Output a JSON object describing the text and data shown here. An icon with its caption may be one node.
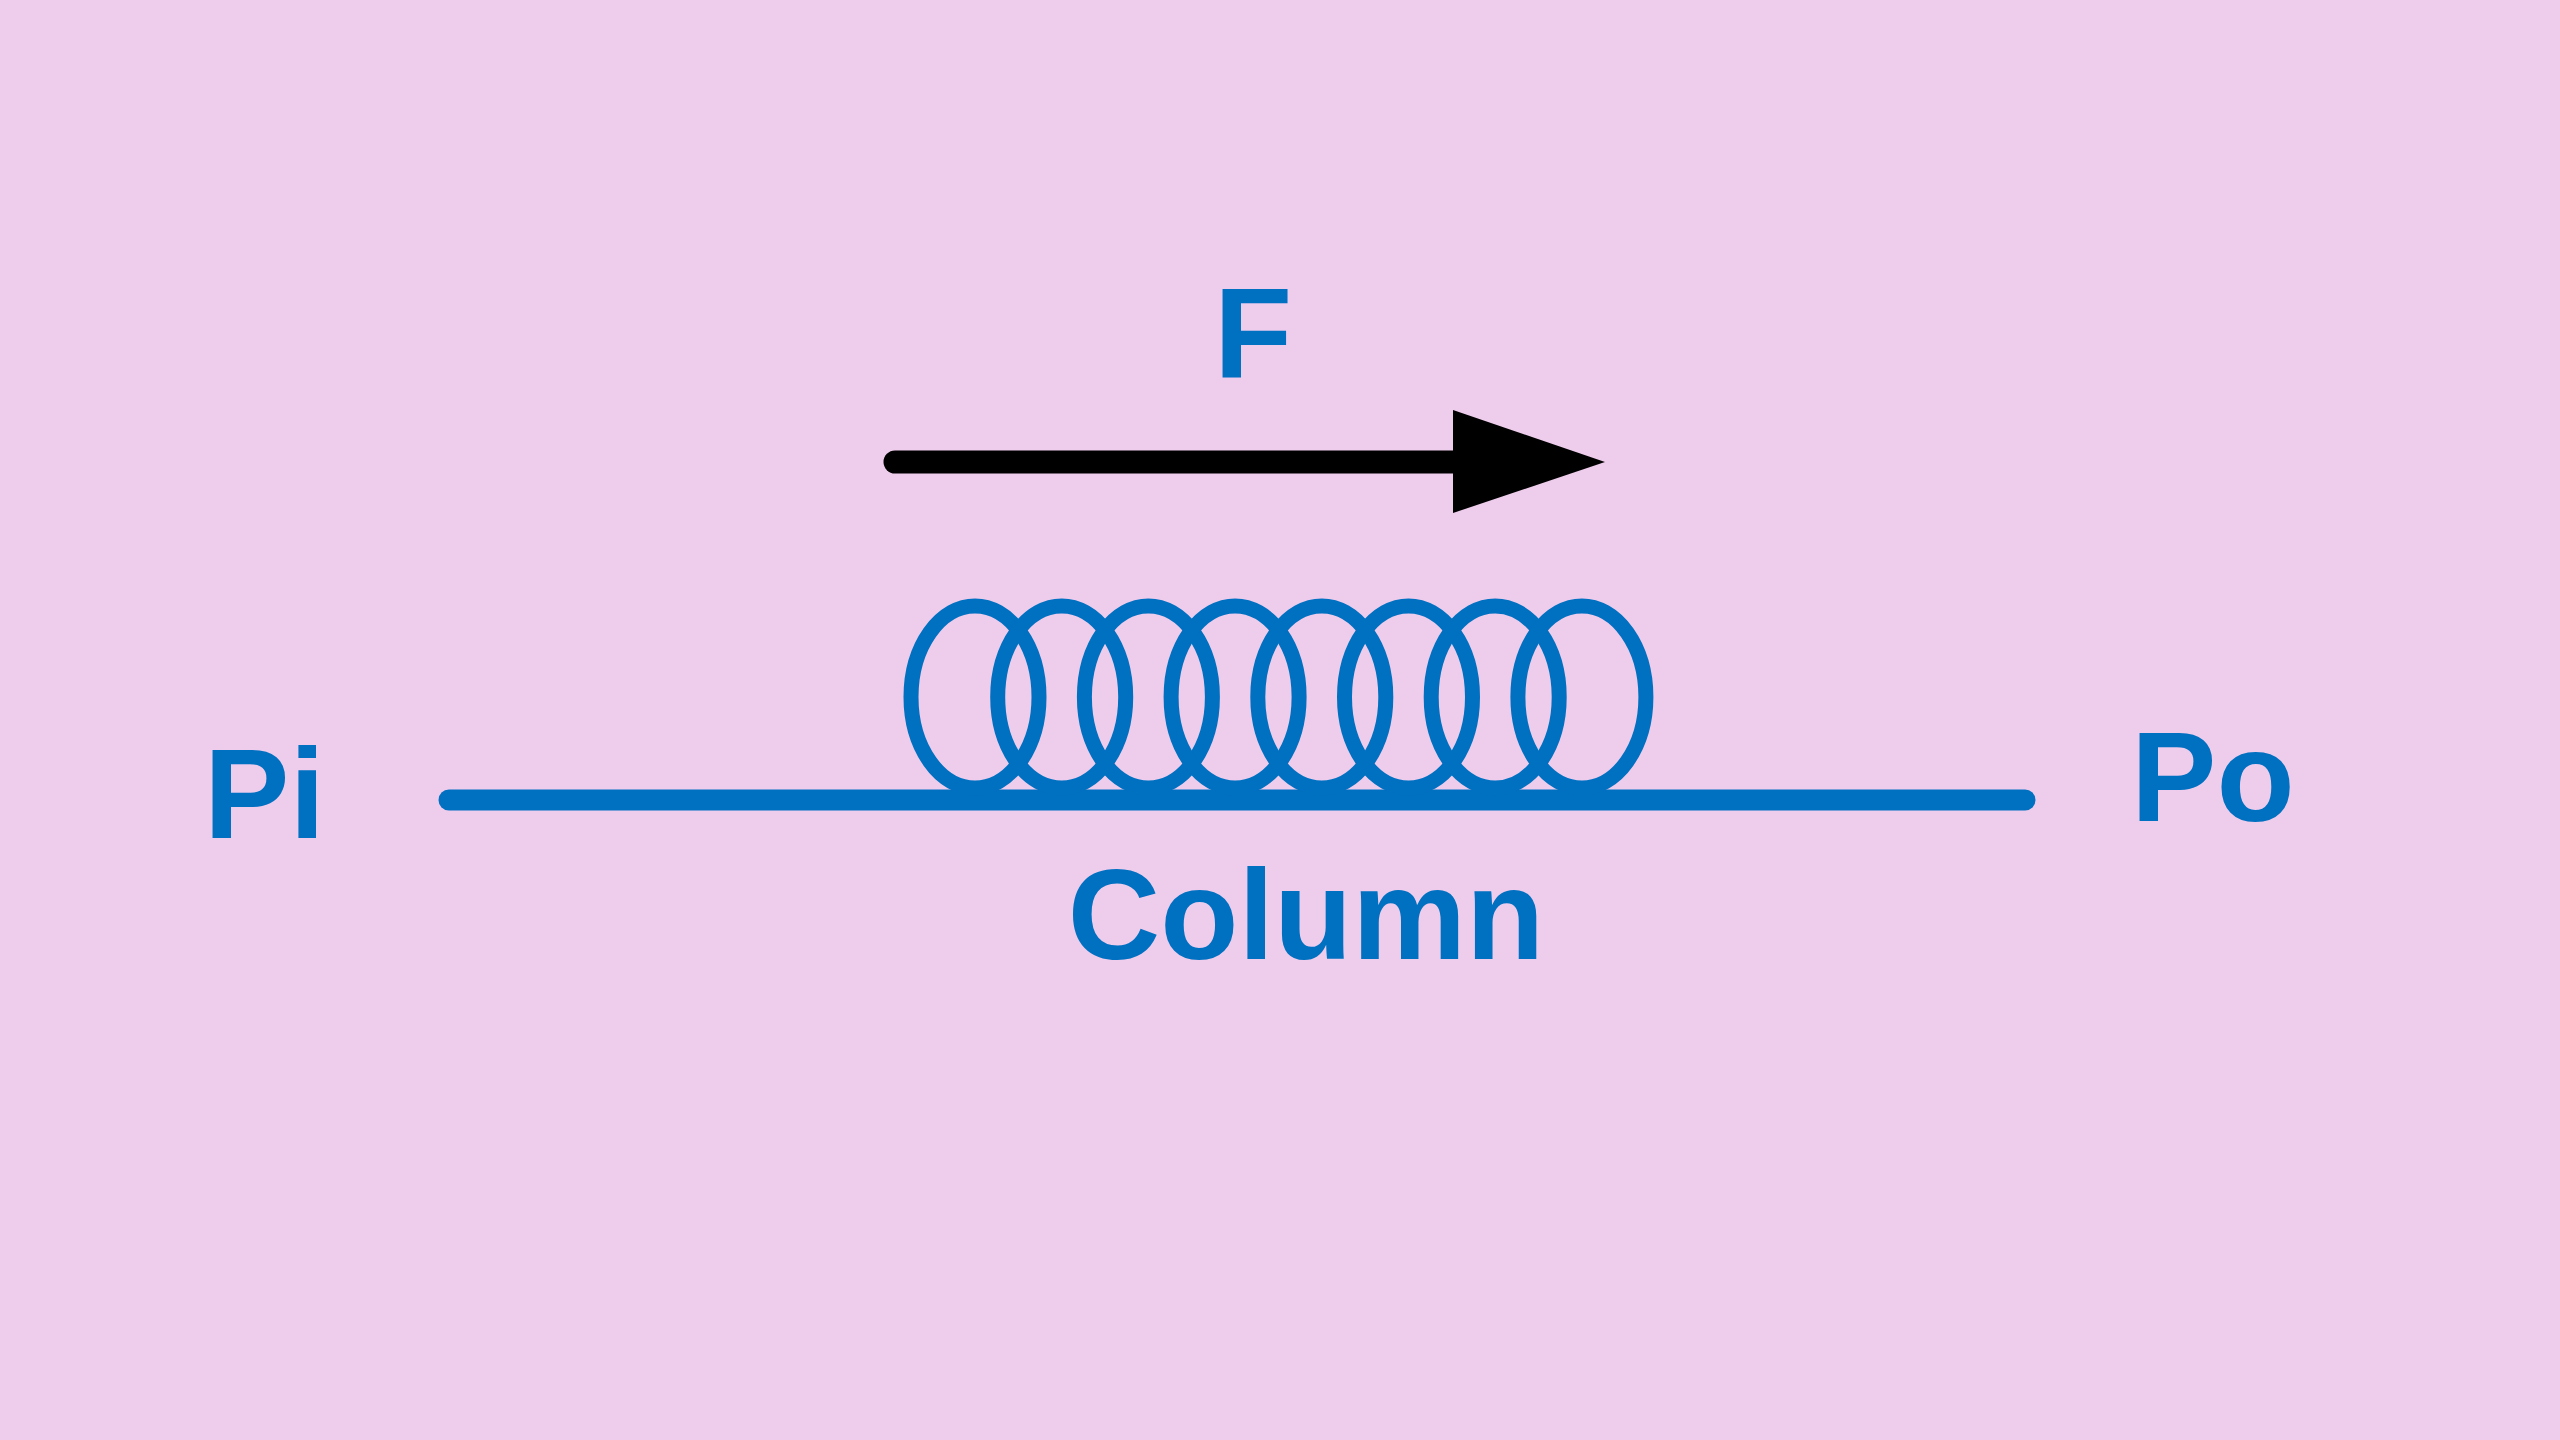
{
  "diagram": {
    "labels": [
      "F",
      "Pi",
      "Po",
      "Column"
    ]
  }
}
